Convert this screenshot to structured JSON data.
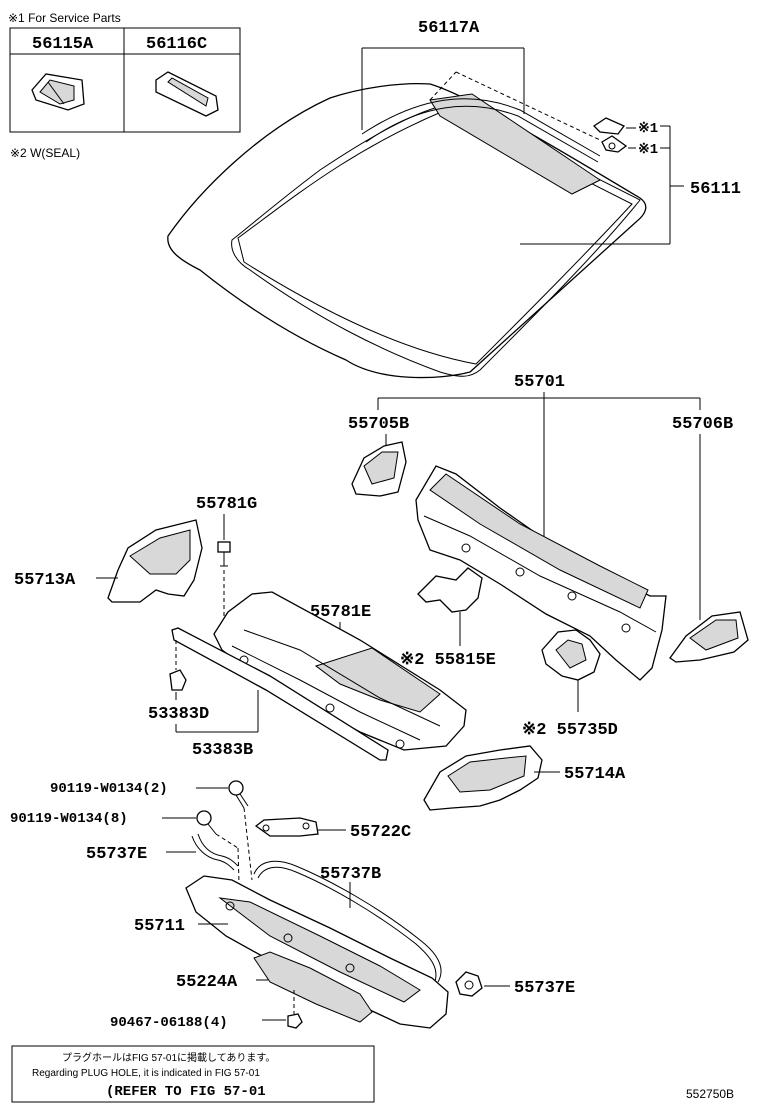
{
  "service_note": "※1 For Service Parts",
  "seal_note": "※2 W(SEAL)",
  "service_parts": [
    {
      "code": "56115A"
    },
    {
      "code": "56116C"
    }
  ],
  "labels": {
    "p56117A": "56117A",
    "p56111": "56111",
    "mark1a": "※1",
    "mark1b": "※1",
    "p55701": "55701",
    "p55705B": "55705B",
    "p55706B": "55706B",
    "p55781G": "55781G",
    "p55713A": "55713A",
    "p55781E": "55781E",
    "p55815E": "※2 55815E",
    "p53383D": "53383D",
    "p53383B": "53383B",
    "p55735D": "※2 55735D",
    "p55714A": "55714A",
    "p90119a": "90119-W0134(2)",
    "p90119b": "90119-W0134(8)",
    "p55722C": "55722C",
    "p55737E_left": "55737E",
    "p55737B": "55737B",
    "p55711": "55711",
    "p55224A": "55224A",
    "p55737E_right": "55737E",
    "p90467": "90467-06188(4)"
  },
  "footer": {
    "line_jp": "プラグホールはFIG 57-01に掲載してあります。",
    "line_en": "Regarding PLUG HOLE, it is indicated in FIG 57-01",
    "refer": "(REFER TO FIG 57-01"
  },
  "figure_id": "552750B"
}
